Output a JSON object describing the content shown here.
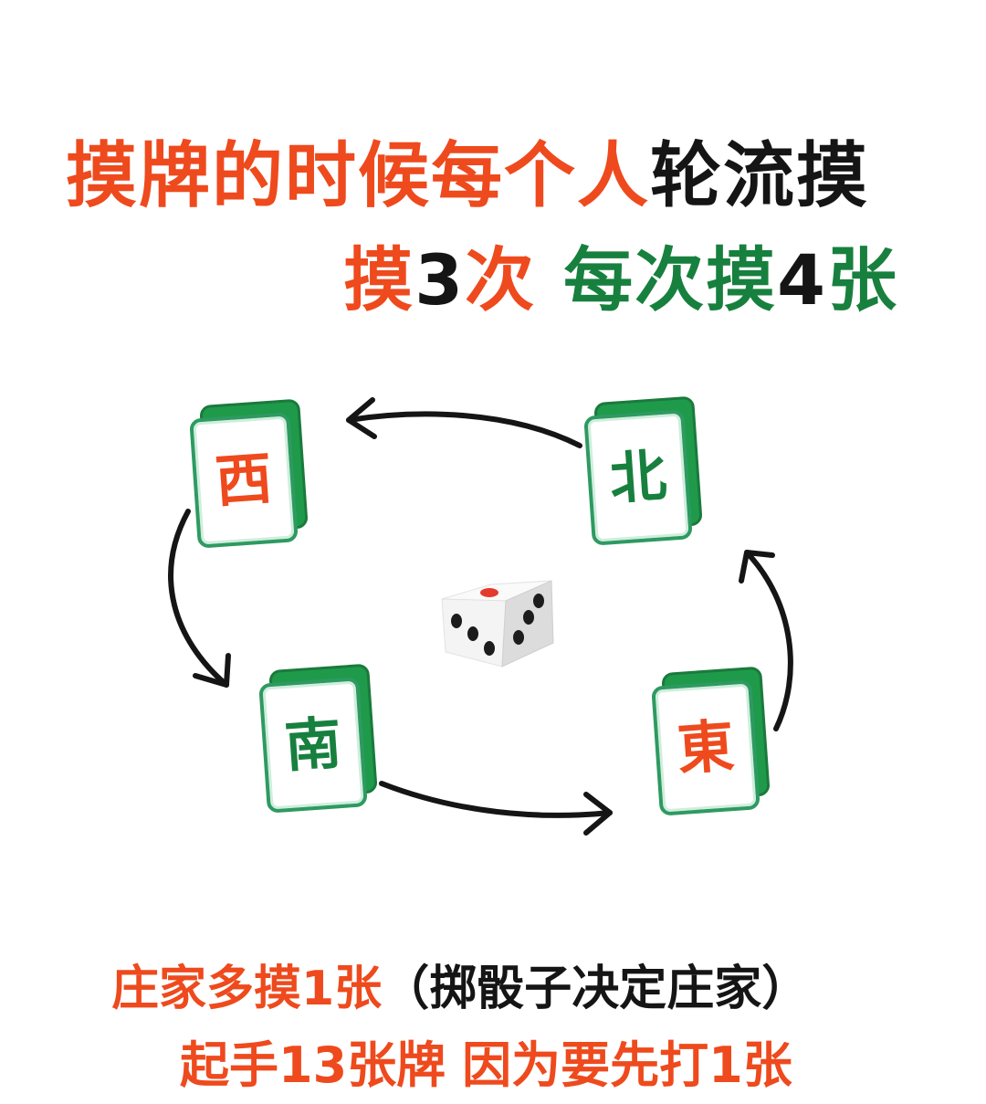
{
  "header": {
    "line1": {
      "red_part": "摸牌的时候每个人",
      "black_part": "轮流摸"
    },
    "line2": {
      "red_1": "摸",
      "black_1": "3",
      "red_2": "次",
      "green_1": "每次摸",
      "black_2": "4",
      "green_2": "张"
    }
  },
  "tiles": {
    "west": "西",
    "north": "北",
    "south": "南",
    "east": "東"
  },
  "footer": {
    "line1": {
      "red_part": "庄家多摸1张",
      "black_part": "（掷骰子决定庄家）"
    },
    "line2": {
      "red_1": "起手13张牌",
      "red_2": "因为要先打1张"
    }
  },
  "colors": {
    "red": "#ee4a1d",
    "green": "#17803e",
    "black": "#151515",
    "tile_back": "#1f9a4a"
  },
  "icons": {
    "dice": "dice-icon",
    "arrow": "curved-arrow-icon"
  }
}
